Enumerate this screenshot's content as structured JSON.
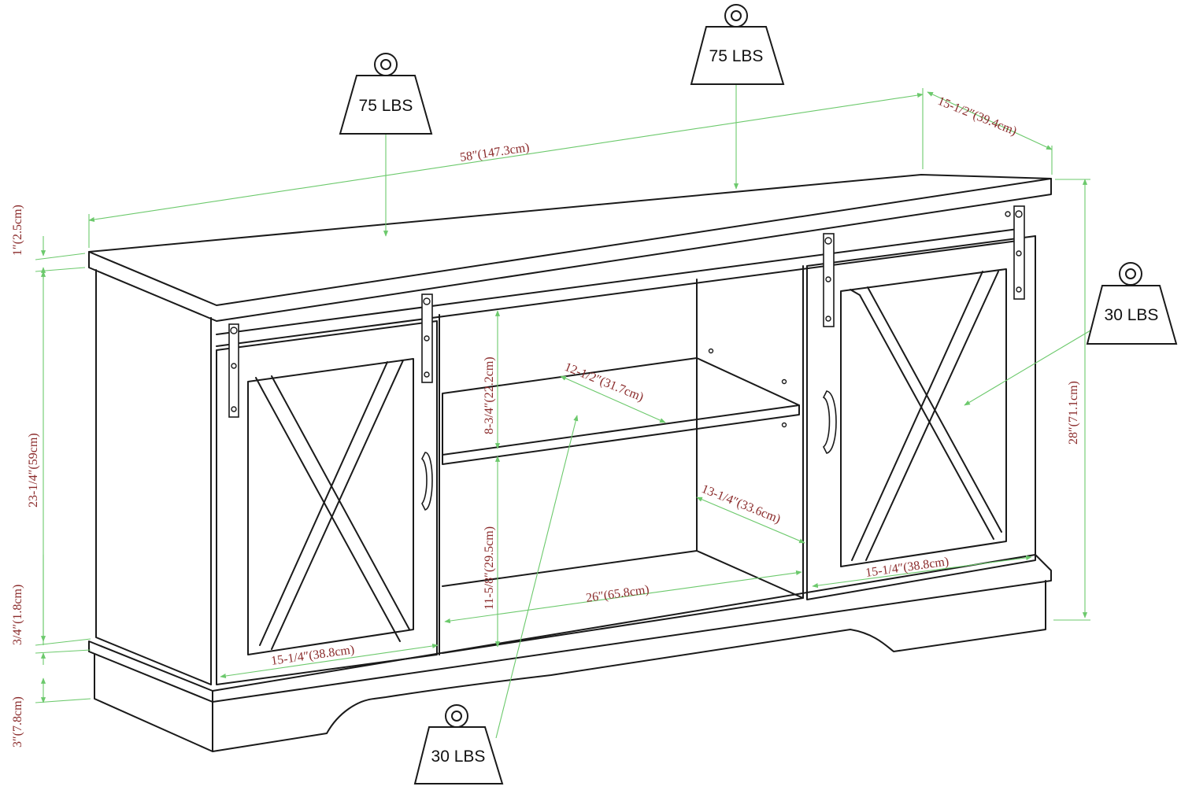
{
  "weights": {
    "top_left": "75 LBS",
    "top_center": "75 LBS",
    "right_door": "30 LBS",
    "bottom_shelf": "30 LBS"
  },
  "dimensions": {
    "width": "58″(147.3cm)",
    "depth": "15-1/2″(39.4cm)",
    "top_thickness": "1″(2.5cm)",
    "height": "28″(71.1cm)",
    "door_height": "23-1/4″(59cm)",
    "kick_height": "3/4″(1.8cm)",
    "base_height": "3″(7.8cm)",
    "upper_opening": "8-3/4″(22.2cm)",
    "shelf_depth": "12-1/2″(31.7cm)",
    "lower_opening": "11-5/8″(29.5cm)",
    "inner_depth": "13-1/4″(33.6cm)",
    "center_width": "26″(65.8cm)",
    "left_door_width": "15-1/4″(38.8cm)",
    "right_door_width": "15-1/4″(38.8cm)"
  },
  "colors": {
    "outline": "#1a1a1a",
    "dimension_line": "#6cc96c",
    "dimension_text": "#8a2a2a"
  }
}
